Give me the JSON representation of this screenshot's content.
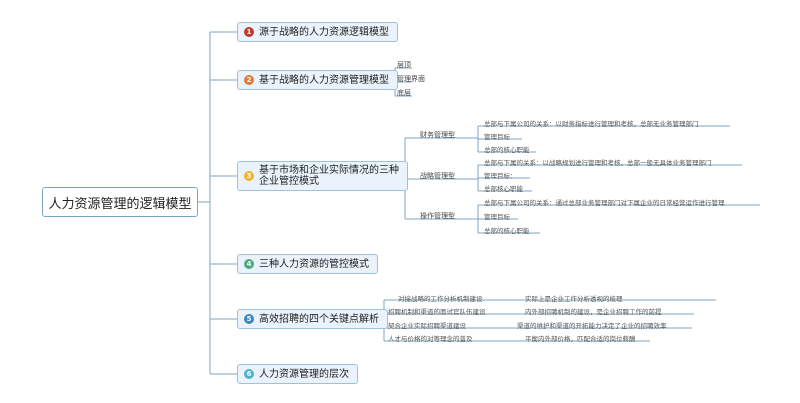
{
  "root": {
    "label": "人力资源管理的逻辑模型"
  },
  "colors": {
    "line": "#7ca6c4",
    "badge_1": "#c0392b",
    "badge_2": "#e07b39",
    "badge_3": "#f0b429",
    "badge_4": "#4daa82",
    "badge_5": "#3a87c0",
    "badge_6": "#4fb3cf"
  },
  "topics": [
    {
      "num": "1",
      "label": "源于战略的人力资源逻辑模型",
      "children": []
    },
    {
      "num": "2",
      "label": "基于战略的人力资源管理模型",
      "children": [
        "层顶",
        "管理界面",
        "底层"
      ]
    },
    {
      "num": "3",
      "label_line1": "基于市场和企业实际情况的三种",
      "label_line2": "企业管控模式",
      "groups": [
        {
          "label": "财务管理型",
          "leaves": [
            "总部与下属公司的关系：以财务指标进行管理和考核，总部无业务管理部门",
            "管理目标",
            "总部的核心职能"
          ]
        },
        {
          "label": "战略管理型",
          "leaves": [
            "总部与下属的关系：以战略规划进行管理和考核，总部一般无具体业务管理部门",
            "管理目标：",
            "总部核心职能"
          ]
        },
        {
          "label": "操作管理型",
          "leaves": [
            "总部与下属公司的关系：通过总部业务管理部门对下属企业的日常经营运作进行管理",
            "管理目标",
            "总部的核心职能"
          ]
        }
      ]
    },
    {
      "num": "4",
      "label": "三种人力资源的管控模式",
      "children": []
    },
    {
      "num": "5",
      "label": "高效招聘的四个关键点解析",
      "pairs": [
        {
          "left": "对接战略的工作分析机制建设",
          "right": "实际上是企业工作分析透视的梳理"
        },
        {
          "left": "招聘机制和渠道的面试官队伍建设",
          "right": "内外部招聘机制的建设，是企业招聘工作的前提"
        },
        {
          "left": "契合企业实际招聘渠道建设",
          "right": "渠道的维护和渠道的开拓能力决定了企业的招聘效率"
        },
        {
          "left": "人才与价格的对等理念的普及",
          "right": "平衡内外部价格，匹配合适的岗位薪酬"
        }
      ]
    },
    {
      "num": "6",
      "label": "人力资源管理的层次",
      "children": []
    }
  ]
}
